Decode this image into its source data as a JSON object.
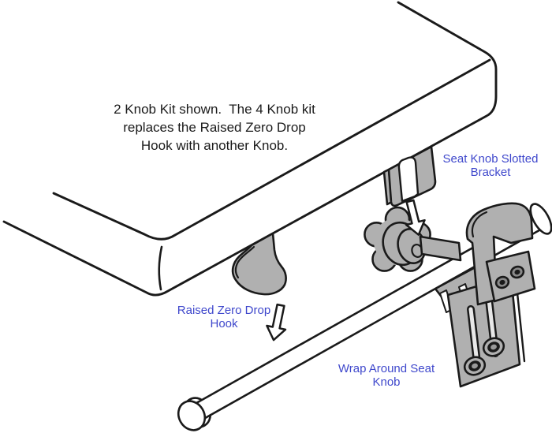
{
  "diagram": {
    "note": "2 Knob Kit shown.  The 4 Knob kit\nreplaces the Raised Zero Drop\nHook with another Knob.",
    "labels": {
      "slotted_bracket": "Seat Knob Slotted\nBracket",
      "drop_hook": "Raised Zero Drop\nHook",
      "wrap_knob": "Wrap Around Seat\nKnob"
    },
    "colors": {
      "label_text": "#3f48cc",
      "note_text": "#1a1a1a",
      "outline": "#1a1a1a",
      "part_fill": "#b0b0b0",
      "background": "#ffffff"
    },
    "parts": [
      "seat-board",
      "raised-zero-drop-hook",
      "seat-knob-slotted-bracket",
      "star-knob",
      "mounting-rod",
      "wrap-around-clamp"
    ]
  }
}
